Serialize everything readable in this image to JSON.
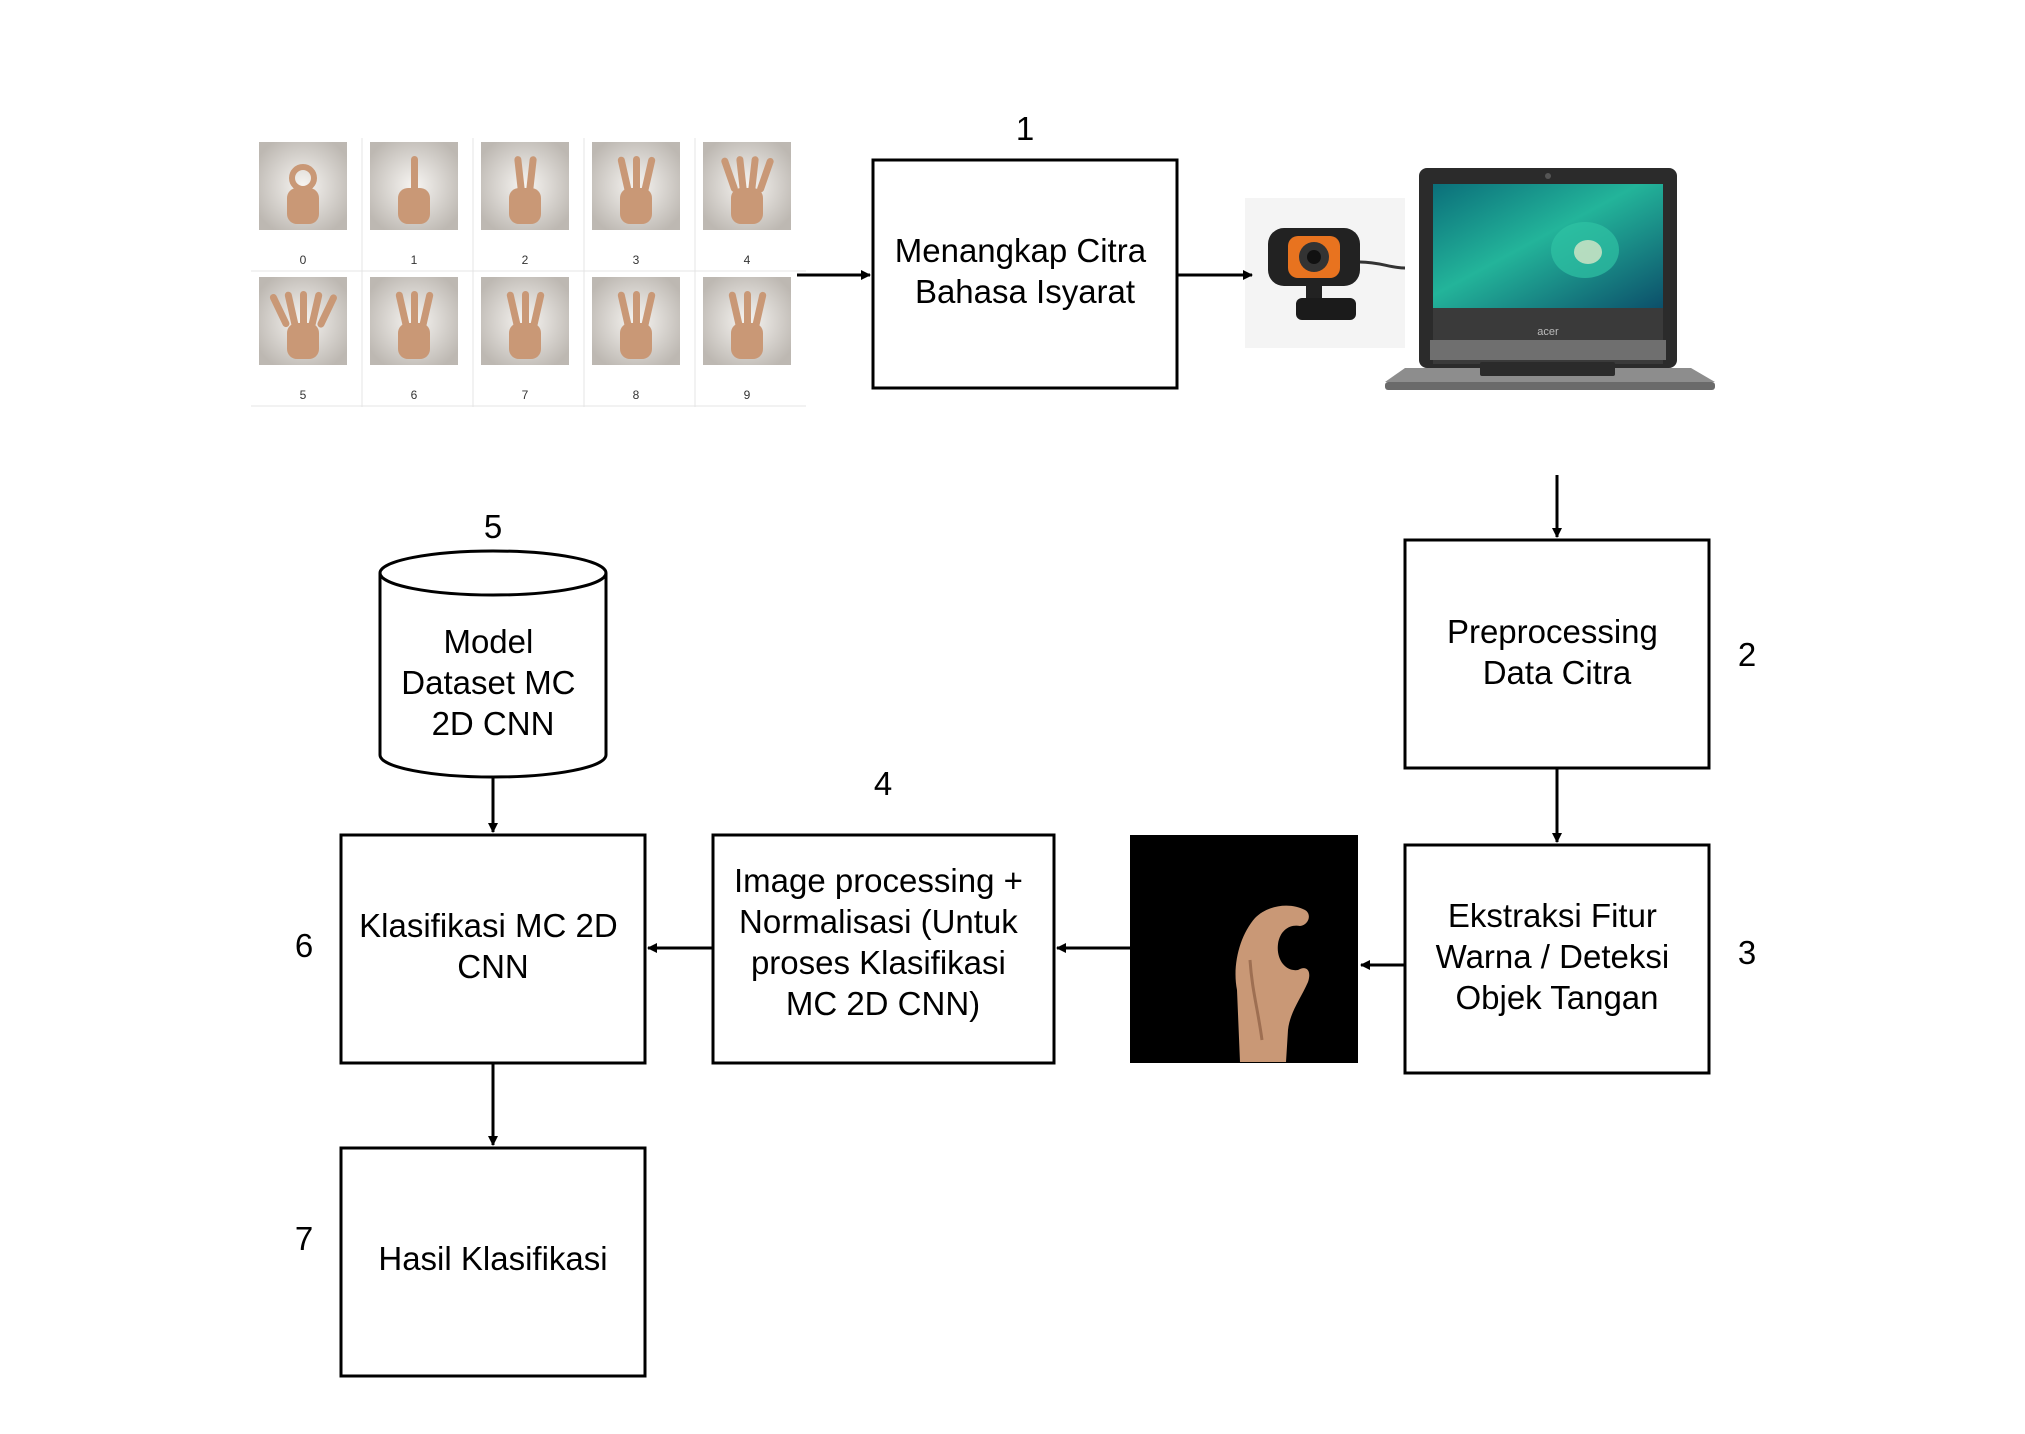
{
  "steps": {
    "s1": {
      "number": "1",
      "lines": [
        "Menangkap Citra",
        "Bahasa Isyarat"
      ]
    },
    "s2": {
      "number": "2",
      "lines": [
        "Preprocessing",
        "Data Citra"
      ]
    },
    "s3": {
      "number": "3",
      "lines": [
        "Ekstraksi Fitur",
        "Warna / Deteksi",
        "Objek Tangan"
      ]
    },
    "s4": {
      "number": "4",
      "lines": [
        "Image processing +",
        "Normalisasi (Untuk",
        "proses Klasifikasi",
        "MC 2D CNN)"
      ]
    },
    "s5": {
      "number": "5",
      "lines": [
        "Model",
        "Dataset MC",
        "2D CNN"
      ]
    },
    "s6": {
      "number": "6",
      "lines": [
        "Klasifikasi MC 2D",
        "CNN"
      ]
    },
    "s7": {
      "number": "7",
      "lines": [
        "Hasil Klasifikasi"
      ]
    }
  },
  "dataset_labels": [
    "0",
    "1",
    "2",
    "3",
    "4",
    "5",
    "6",
    "7",
    "8",
    "9"
  ],
  "laptop_brand": "acer",
  "colors": {
    "line": "#000000",
    "hand_skin": "#c99876",
    "tile_bg": "#e9e6e2",
    "screen_green": "#1f9e8a",
    "webcam_orange": "#e8731f"
  }
}
